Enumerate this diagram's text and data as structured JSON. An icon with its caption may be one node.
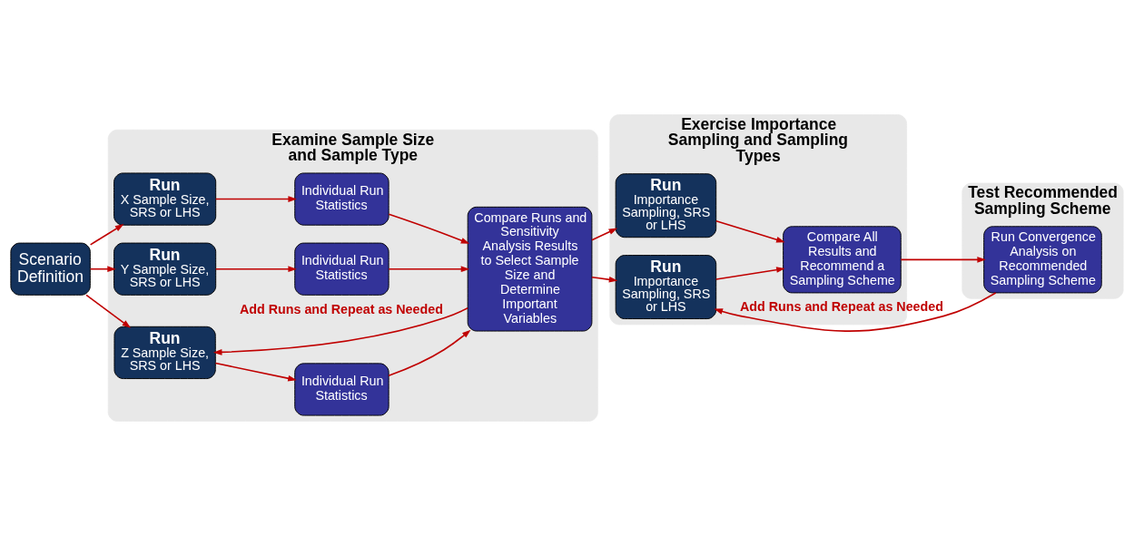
{
  "diagram": {
    "nodes": [
      {
        "text": [
          "Examine Sample Size and Sample Type"
        ]
      },
      {
        "text": [
          "Exercise Importance Sampling and Sampling Types"
        ]
      },
      {
        "text": [
          "Test Recommended Sampling Scheme"
        ]
      },
      {
        "text": [
          "Scenario Definition"
        ]
      },
      {
        "text": [
          "Run",
          "X Sample Size, SRS or LHS"
        ],
        "in": 0
      },
      {
        "text": [
          "Individual Run Statistics"
        ],
        "in": 0
      },
      {
        "text": [
          "Run",
          "Y Sample Size, SRS or LHS"
        ],
        "in": 0
      },
      {
        "text": [
          "Individual Run Statistics"
        ],
        "in": 0
      },
      {
        "text": [
          "Run",
          "Z Sample Size, SRS or LHS"
        ],
        "in": 0
      },
      {
        "text": [
          "Individual Run Statistics"
        ],
        "in": 0
      },
      {
        "text": [
          "Compare Runs and Sensitivity Analysis Results to Select Sample Size and Determine Important Variables"
        ],
        "in": 0
      },
      {
        "text": [
          "Run",
          "Importance Sampling, SRS or LHS"
        ],
        "in": 1
      },
      {
        "text": [
          "Run",
          "Importance Sampling, SRS or LHS"
        ],
        "in": 1
      },
      {
        "text": [
          "Compare All Results and Recommend a Sampling Scheme"
        ],
        "in": 1
      },
      {
        "text": [
          "Run Convergence Analysis on Recommended Sampling Scheme"
        ],
        "in": 2
      }
    ],
    "edges": [
      {
        "from": 3,
        "to": 4,
        "arrow": "to"
      },
      {
        "from": 3,
        "to": 6,
        "arrow": "to"
      },
      {
        "from": 3,
        "to": 8,
        "arrow": "to"
      },
      {
        "from": 4,
        "to": 5,
        "arrow": "to"
      },
      {
        "from": 6,
        "to": 7,
        "arrow": "to"
      },
      {
        "from": 8,
        "to": 9,
        "arrow": "to"
      },
      {
        "from": 5,
        "to": 10,
        "arrow": "to"
      },
      {
        "from": 7,
        "to": 10,
        "arrow": "to"
      },
      {
        "from": 9,
        "to": 10,
        "arrow": "to"
      },
      {
        "from": 10,
        "to": 8,
        "arrow": "to",
        "label": "Add Runs and Repeat as Needed"
      },
      {
        "from": 10,
        "to": 11,
        "arrow": "to"
      },
      {
        "from": 10,
        "to": 12,
        "arrow": "to"
      },
      {
        "from": 11,
        "to": 13,
        "arrow": "to"
      },
      {
        "from": 12,
        "to": 13,
        "arrow": "to"
      },
      {
        "from": 13,
        "to": 14,
        "arrow": "to"
      },
      {
        "from": 14,
        "to": 12,
        "arrow": "to",
        "label": "Add Runs and Repeat as Needed"
      }
    ]
  }
}
